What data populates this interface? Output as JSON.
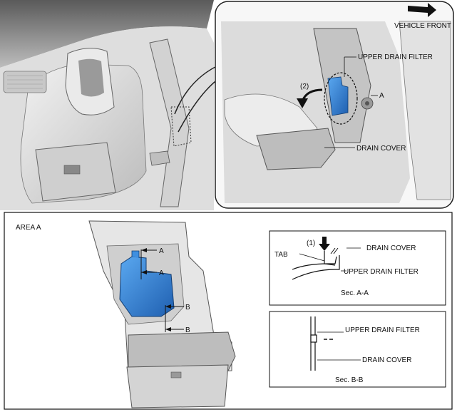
{
  "labels": {
    "vehicle_front": "VEHICLE FRONT",
    "upper_drain_filter": "UPPER DRAIN FILTER",
    "drain_cover": "DRAIN COVER",
    "step_2": "(2)",
    "point_a": "A",
    "area_a": "AREA A",
    "section_a": "A",
    "section_b": "B",
    "step_1": "(1)",
    "tab": "TAB",
    "sec_aa": "Sec. A-A",
    "sec_bb": "Sec. B-B"
  },
  "colors": {
    "filter_blue": "#2f7fd6",
    "line": "#1a1a1a",
    "panel_gray": "#d9d9d9"
  }
}
